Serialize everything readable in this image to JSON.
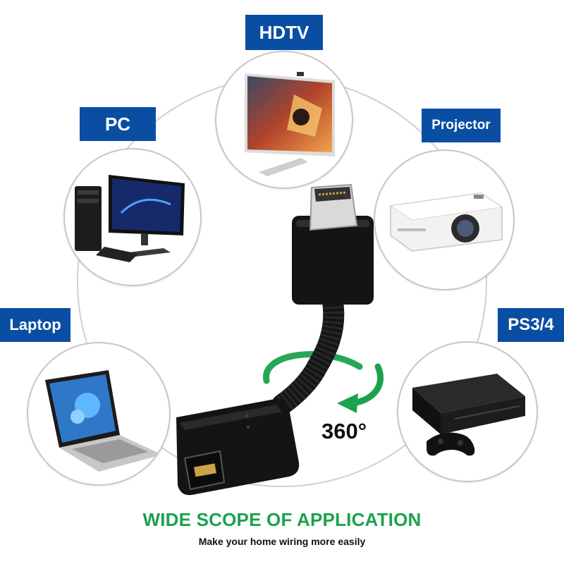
{
  "labels": {
    "hdtv": "HDTV",
    "pc": "PC",
    "projector": "Projector",
    "laptop": "Laptop",
    "ps": "PS3/4"
  },
  "rotation": "360°",
  "headline": "WIDE SCOPE OF APPLICATION",
  "subline": "Make your home wiring more easily",
  "colors": {
    "label_bg": "#0a4ea3",
    "headline": "#1ca24d",
    "arrow": "#1ca24d",
    "cable": "#1a1a1a"
  },
  "icons": [
    "hdtv-icon",
    "pc-icon",
    "projector-icon",
    "laptop-icon",
    "game-console-icon",
    "rotate-arrow-icon"
  ]
}
